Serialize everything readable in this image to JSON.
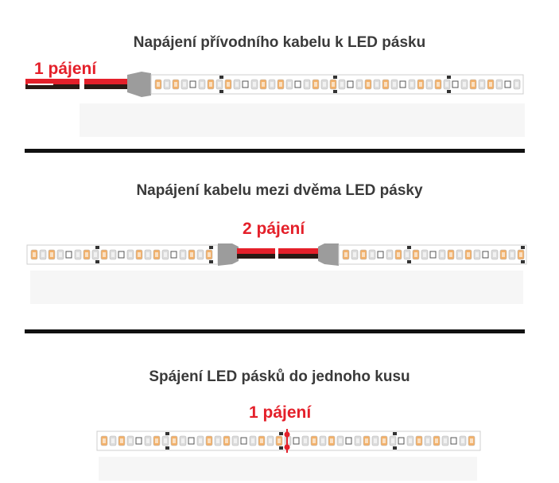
{
  "sections": [
    {
      "title": "Napájení přívodního kabelu k LED pásku",
      "label": "1 pájení"
    },
    {
      "title": "Napájení kabelu mezi dvěma LED pásky",
      "label": "2 pájení"
    },
    {
      "title": "Spájení LED pásků do jednoho kusu",
      "label": "1 pájení"
    }
  ],
  "colors": {
    "title": "#3a3a3a",
    "label": "#e4202a",
    "wire_red": "#e4202a",
    "wire_black": "#2a1a14",
    "connector": "#9c9c9c",
    "strip_border": "#cfcfcf",
    "led_warm": "#f3b16a",
    "led_white": "#dcdcdc",
    "divider": "#111111"
  }
}
